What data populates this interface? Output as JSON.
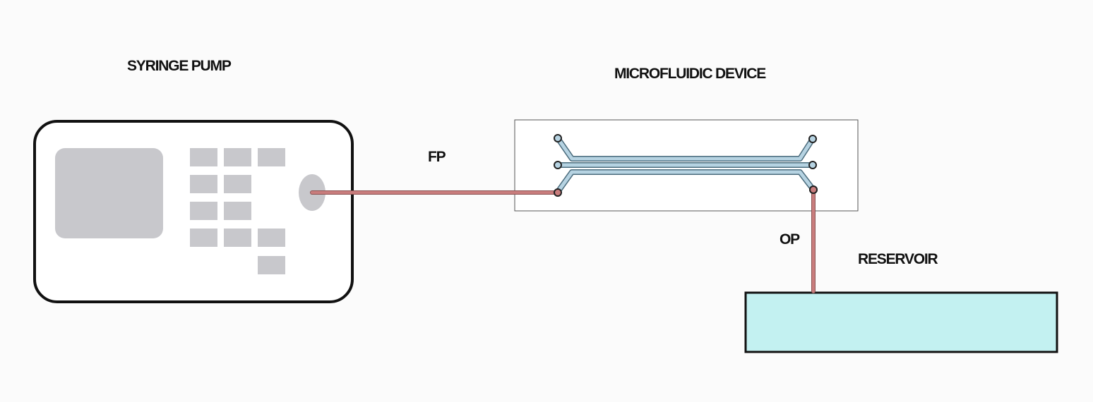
{
  "labels": {
    "syringe_pump": "SYRINGE PUMP",
    "microfluidic_device": "MICROFLUIDIC DEVICE",
    "fp": "FP",
    "op": "OP",
    "reservoir": "RESERVOIR"
  },
  "colors": {
    "tubing": "#c97d7d",
    "channel": "#b6d3e2",
    "keypad": "#c8c8cc",
    "reservoir_fill": "#c3f1f1"
  },
  "icons": {
    "port": "circle-port-icon"
  }
}
